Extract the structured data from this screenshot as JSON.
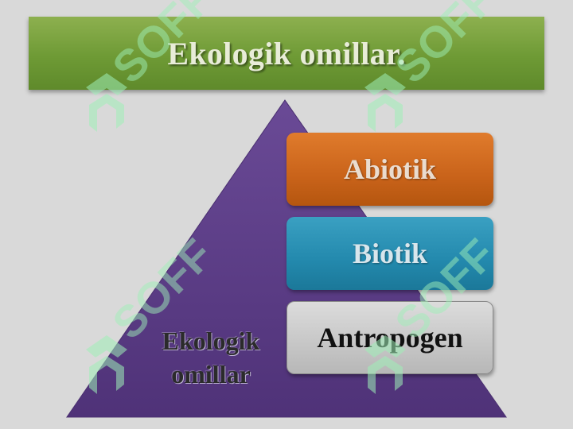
{
  "slide": {
    "title": "Ekologik omillar.",
    "pyramid_label_line1": "Ekologik",
    "pyramid_label_line2": "omillar",
    "boxes": [
      {
        "label": "Abiotik"
      },
      {
        "label": "Biotik"
      },
      {
        "label": "Antropogen"
      }
    ]
  },
  "colors": {
    "background": "#d9d9d9",
    "title_bar": "#6e9a35",
    "pyramid": "#5b3c86",
    "abiotik": "#c9631a",
    "biotik": "#2389ad",
    "antropogen": "#c6c6c6"
  },
  "watermark": {
    "text": "SOFF"
  }
}
